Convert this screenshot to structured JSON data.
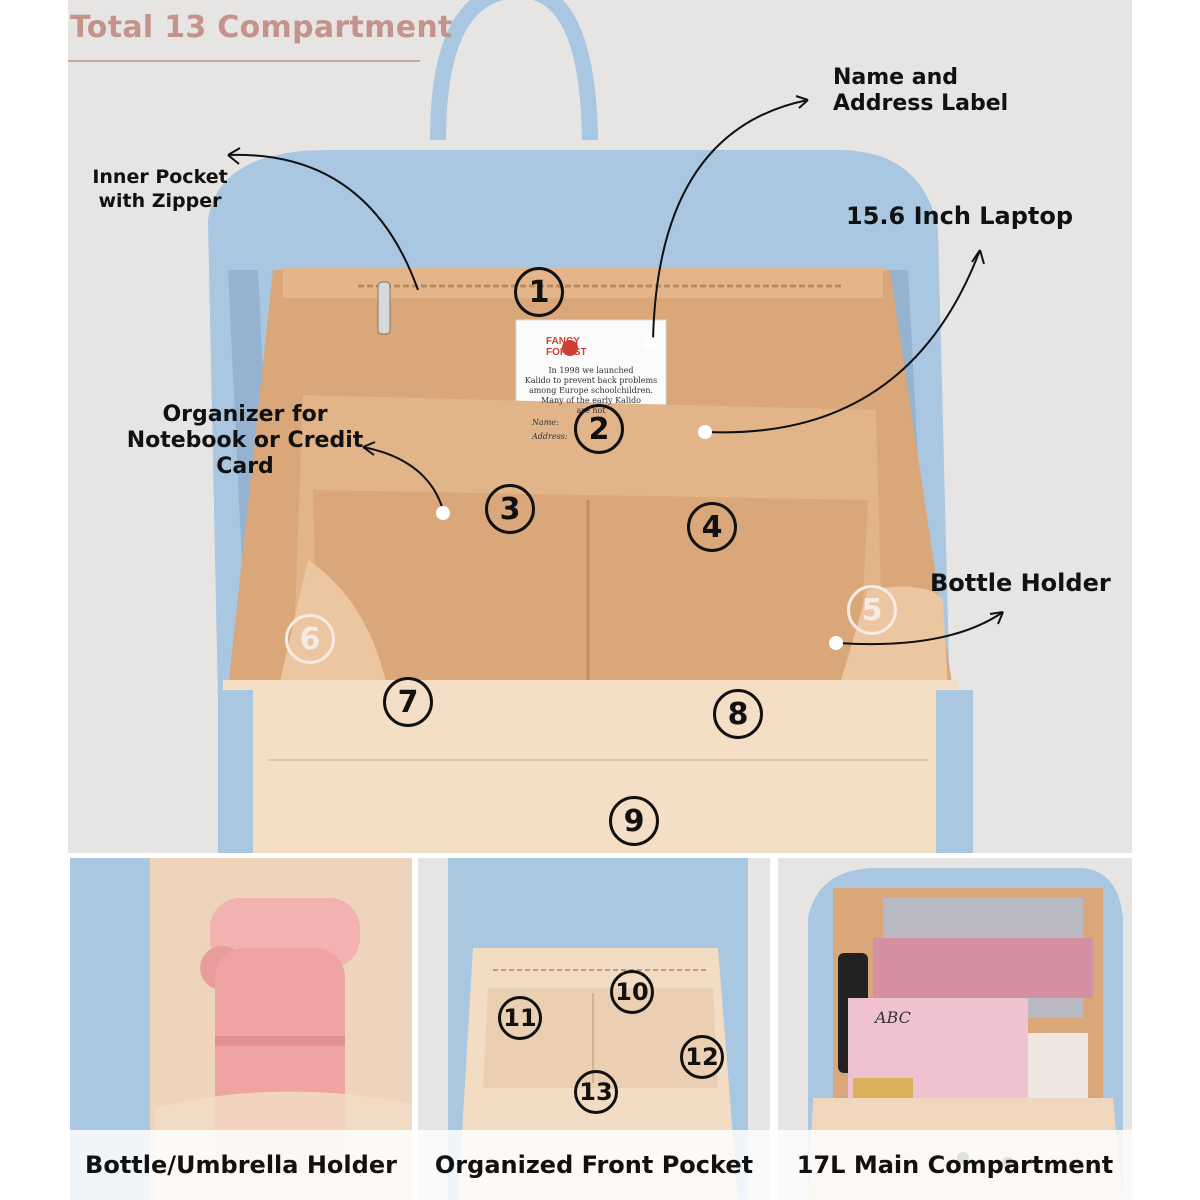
{
  "header": {
    "title": "Total 13 Compartment"
  },
  "callouts": {
    "inner_pocket": "Inner Pocket with Zipper",
    "name_label": "Name  and Address Label",
    "laptop": "15.6 Inch Laptop",
    "organizer": "Organizer for Notebook or Credit Card",
    "bottle_holder": "Bottle Holder"
  },
  "tag": {
    "brand_line1": "FANCY",
    "brand_line2": "FOREST",
    "text1": "In 1998 we launched",
    "text2": "Kalido to prevent back problems",
    "text3": "among Europe schoolchildren.",
    "text4": "Many of the early Kalido",
    "text5": "are hot",
    "name_field": "Name:",
    "address_field": "Address:"
  },
  "compartment_numbers": [
    "1",
    "2",
    "3",
    "4",
    "5",
    "6",
    "7",
    "8",
    "9",
    "10",
    "11",
    "12",
    "13"
  ],
  "panels": {
    "bottle": {
      "caption": "Bottle/Umbrella Holder"
    },
    "front_pocket": {
      "caption": "Organized Front Pocket"
    },
    "main": {
      "caption": "17L Main Compartment",
      "book_text": "ABC"
    }
  },
  "colors": {
    "bag_blue": "#a9c7e0",
    "lining": "#e6bd96",
    "title": "#c4938a",
    "bottle_pink": "#f0a3a3"
  }
}
